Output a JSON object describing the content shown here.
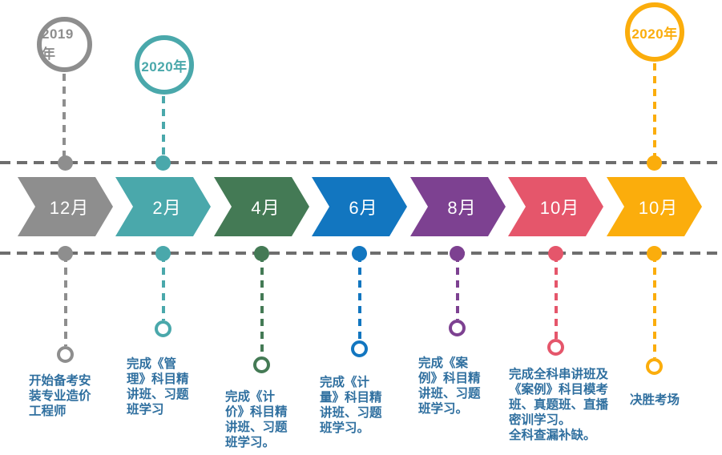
{
  "colors": {
    "axis": "#6e6e6e",
    "description_text": "#2f6f9f",
    "gray": "#8e8e8e",
    "teal": "#4aa8ab",
    "green": "#447a55",
    "blue": "#1276c0",
    "purple": "#7d4191",
    "red": "#e5566b",
    "yellow": "#fbad0c"
  },
  "years": [
    {
      "label": "2019年",
      "color": "#8e8e8e"
    },
    {
      "label": "2020年",
      "color": "#4aa8ab"
    },
    {
      "label": "2020年",
      "color": "#fbad0c"
    }
  ],
  "timeline": {
    "milestones": [
      {
        "month": "12月",
        "color": "#8e8e8e",
        "description": "开始备考安\n装专业造价\n工程师"
      },
      {
        "month": "2月",
        "color": "#4aa8ab",
        "description": "完成《管\n理》科目精\n讲班、习题\n班学习"
      },
      {
        "month": "4月",
        "color": "#447a55",
        "description": "完成《计\n价》科目精\n讲班、习题\n班学习。"
      },
      {
        "month": "6月",
        "color": "#1276c0",
        "description": "完成《计\n量》科目精\n讲班、习题\n班学习。"
      },
      {
        "month": "8月",
        "color": "#7d4191",
        "description": "完成《案\n例》科目精\n讲班、习题\n班学习。"
      },
      {
        "month": "10月",
        "color": "#e5566b",
        "description": "完成全科串讲班及\n《案例》科目模考\n班、真题班、直播\n密训学习。\n全科查漏补缺。"
      },
      {
        "month": "10月",
        "color": "#fbad0c",
        "description": "决胜考场"
      }
    ]
  }
}
